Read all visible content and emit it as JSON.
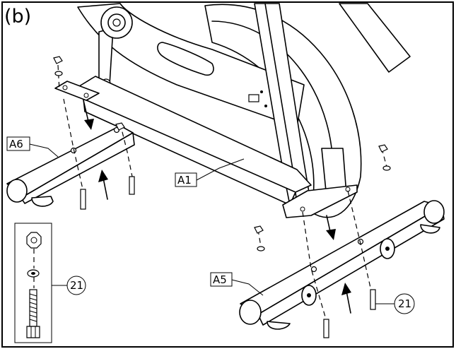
{
  "figure": {
    "panel_label": "(b)"
  },
  "callouts": {
    "a6": "A6",
    "a1": "A1",
    "a5": "A5",
    "part21_inset": "21",
    "part21_bolt": "21"
  }
}
